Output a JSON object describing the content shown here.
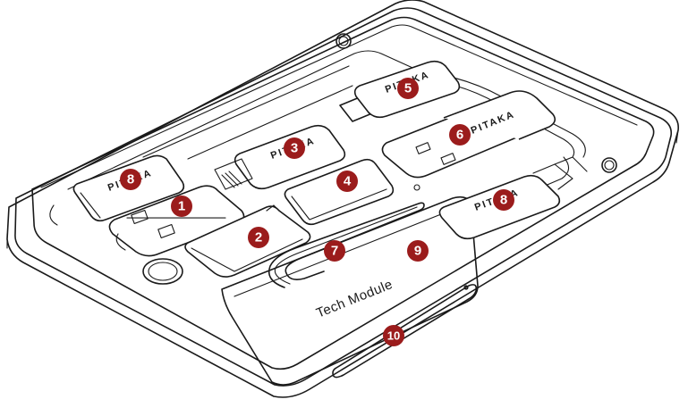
{
  "brand_label": "PITAKA",
  "module_label": "Tech Module",
  "badge_color": "#9b1c1c",
  "callouts": [
    {
      "id": "usb-adapter",
      "number": "1"
    },
    {
      "id": "sim-adapter-nano",
      "number": "2"
    },
    {
      "id": "card-reader-small",
      "number": "3"
    },
    {
      "id": "sim-adapter-micro",
      "number": "4"
    },
    {
      "id": "reader-top",
      "number": "5"
    },
    {
      "id": "usb-reader-large",
      "number": "6"
    },
    {
      "id": "sim-eject-pin",
      "number": "7"
    },
    {
      "id": "usb-c-adapter-left",
      "number": "8"
    },
    {
      "id": "usb-c-adapter-right",
      "number": "8"
    },
    {
      "id": "tech-module-case",
      "number": "9"
    },
    {
      "id": "side-slot",
      "number": "10"
    }
  ]
}
